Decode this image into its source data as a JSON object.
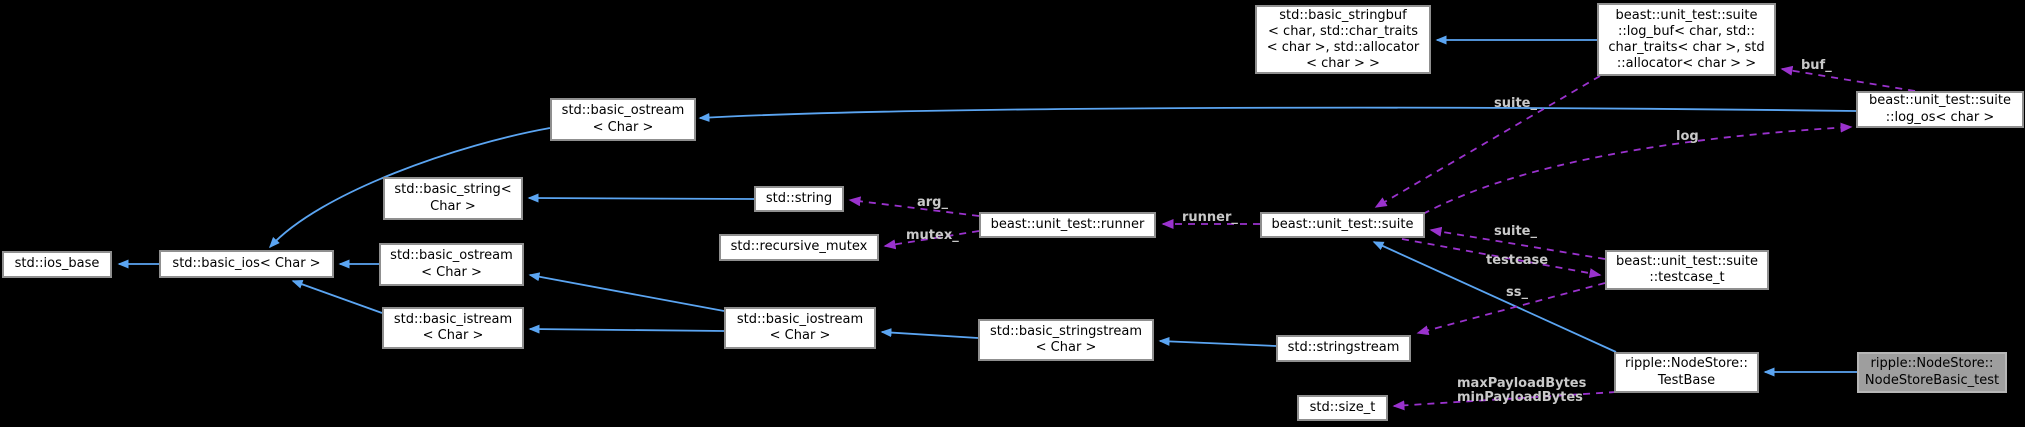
{
  "diagram": {
    "type": "doxygen-collaboration-graph",
    "colors": {
      "background": "#000000",
      "inheritance_edge": "#5ba5f2",
      "member_edge": "#9a32cd",
      "edge_label": "#c9c9c9",
      "node_fill": "#ffffff",
      "node_border": "#8f8f8f",
      "highlight_node_fill": "#9e9e9e",
      "highlight_node_border": "#b6b6b6"
    },
    "nodes": {
      "basic_stringbuf": {
        "lines": [
          "std::basic_stringbuf",
          "< char, std::char_traits",
          "< char >, std::allocator",
          "< char > >"
        ]
      },
      "log_buf": {
        "lines": [
          "beast::unit_test::suite",
          "::log_buf< char, std::",
          "char_traits< char >, std",
          "::allocator< char > >"
        ]
      },
      "log_os": {
        "lines": [
          "beast::unit_test::suite",
          "::log_os< char >"
        ]
      },
      "basic_ostream_top": {
        "lines": [
          "std::basic_ostream",
          "< Char >"
        ]
      },
      "basic_string": {
        "lines": [
          "std::basic_string<",
          "Char >"
        ]
      },
      "string": {
        "lines": [
          "std::string"
        ]
      },
      "runner": {
        "lines": [
          "beast::unit_test::runner"
        ]
      },
      "suite": {
        "lines": [
          "beast::unit_test::suite"
        ]
      },
      "recursive_mutex": {
        "lines": [
          "std::recursive_mutex"
        ]
      },
      "ios_base": {
        "lines": [
          "std::ios_base"
        ]
      },
      "basic_ios": {
        "lines": [
          "std::basic_ios< Char >"
        ]
      },
      "basic_ostream_mid": {
        "lines": [
          "std::basic_ostream",
          "< Char >"
        ]
      },
      "basic_istream": {
        "lines": [
          "std::basic_istream",
          "< Char >"
        ]
      },
      "basic_iostream": {
        "lines": [
          "std::basic_iostream",
          "< Char >"
        ]
      },
      "basic_stringstream": {
        "lines": [
          "std::basic_stringstream",
          "< Char >"
        ]
      },
      "stringstream": {
        "lines": [
          "std::stringstream"
        ]
      },
      "testcase_t": {
        "lines": [
          "beast::unit_test::suite",
          "::testcase_t"
        ]
      },
      "testbase": {
        "lines": [
          "ripple::NodeStore::",
          "TestBase"
        ]
      },
      "nodestore_basic_test": {
        "lines": [
          "ripple::NodeStore::",
          "NodeStoreBasic_test"
        ]
      },
      "size_t": {
        "lines": [
          "std::size_t"
        ]
      }
    },
    "edge_labels": {
      "suite_from_log_buf": "suite_",
      "buf": "buf_",
      "log": "log",
      "runner": "runner_",
      "arg": "arg_",
      "mutex": "mutex_",
      "suite_from_testcase": "suite_",
      "testcase": "testcase",
      "ss": "ss_",
      "max_payload": "maxPayloadBytes",
      "min_payload": "minPayloadBytes"
    }
  }
}
